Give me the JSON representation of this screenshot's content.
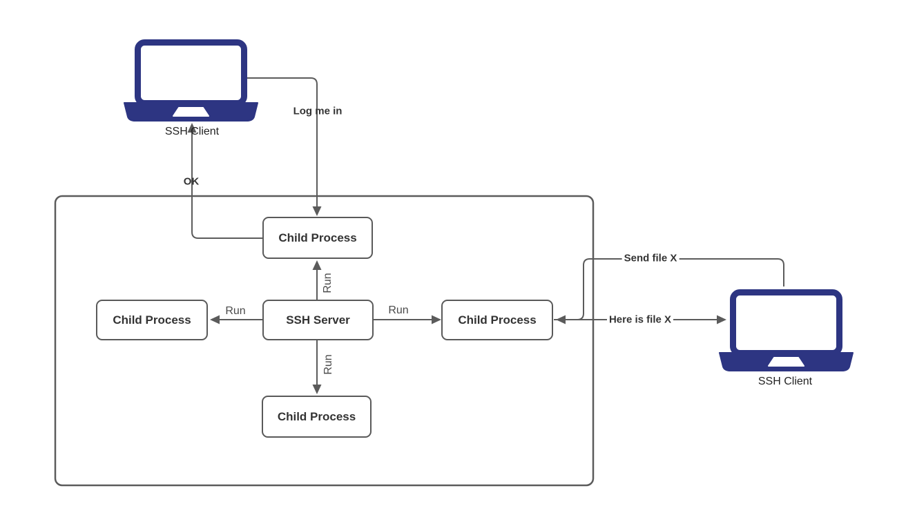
{
  "colors": {
    "laptop": "#2d3582",
    "stroke": "#5b5b5b",
    "box-border": "#595959",
    "text": "#333333",
    "run-text": "#4a4a4a",
    "client-text": "#222222"
  },
  "clients": {
    "top_left": {
      "label": "SSH Client"
    },
    "right": {
      "label": "SSH Client"
    }
  },
  "nodes": {
    "child_top": {
      "label": "Child Process"
    },
    "child_left": {
      "label": "Child Process"
    },
    "ssh_server": {
      "label": "SSH Server"
    },
    "child_right": {
      "label": "Child Process"
    },
    "child_bottom": {
      "label": "Child Process"
    }
  },
  "edges": {
    "log_me_in": {
      "label": "Log me in"
    },
    "ok": {
      "label": "OK"
    },
    "run_up": {
      "label": "Run"
    },
    "run_left": {
      "label": "Run"
    },
    "run_right": {
      "label": "Run"
    },
    "run_down": {
      "label": "Run"
    },
    "send_file_x": {
      "label": "Send file X"
    },
    "here_is_file_x": {
      "label": "Here is file X"
    }
  }
}
